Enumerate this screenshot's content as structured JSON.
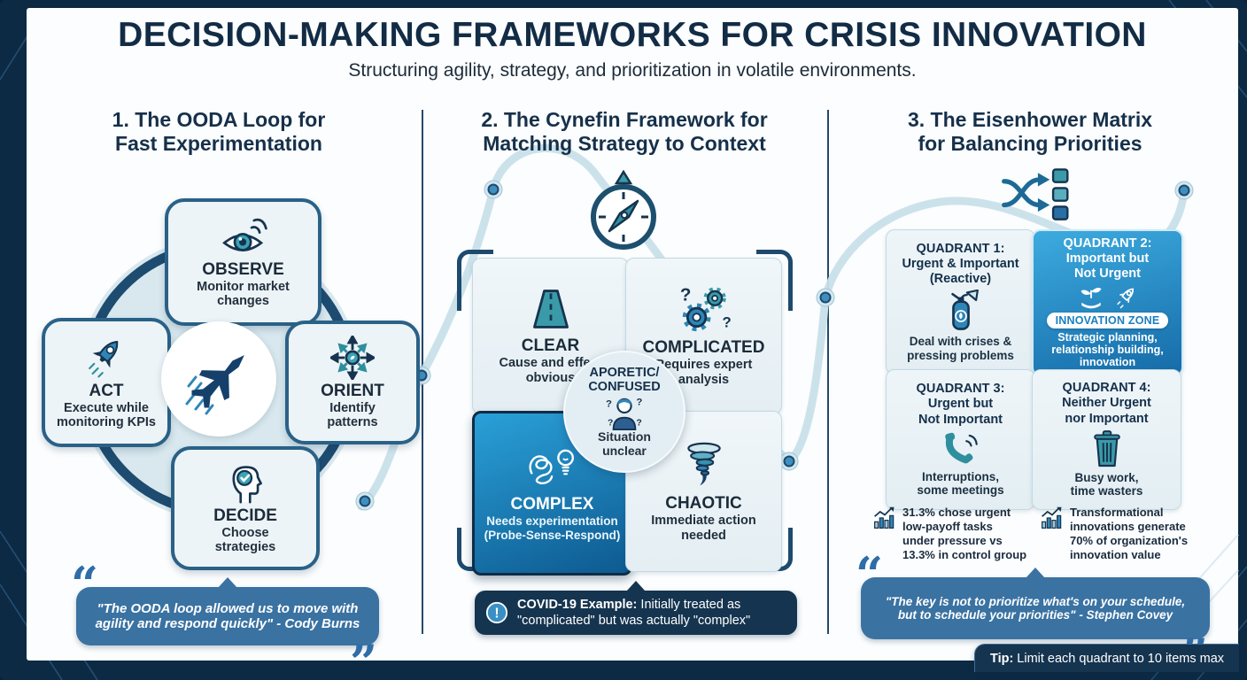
{
  "header": {
    "title": "DECISION-MAKING FRAMEWORKS FOR CRISIS INNOVATION",
    "subtitle": "Structuring agility, strategy, and prioritization in volatile environments."
  },
  "ooda": {
    "heading": [
      "1. The OODA Loop for",
      "Fast Experimentation"
    ],
    "boxes": {
      "observe": {
        "title": "OBSERVE",
        "desc": [
          "Monitor market",
          "changes"
        ]
      },
      "orient": {
        "title": "ORIENT",
        "desc": [
          "Identify",
          "patterns"
        ]
      },
      "decide": {
        "title": "DECIDE",
        "desc": [
          "Choose",
          "strategies"
        ]
      },
      "act": {
        "title": "ACT",
        "desc": [
          "Execute while",
          "monitoring KPIs"
        ]
      }
    },
    "quote": [
      "\"The OODA loop allowed us to move with",
      "agility and respond quickly\" - Cody Burns"
    ]
  },
  "cynefin": {
    "heading": [
      "2. The Cynefin Framework for",
      "Matching Strategy to Context"
    ],
    "quadrants": {
      "clear": {
        "title": "CLEAR",
        "desc": [
          "Cause and effect",
          "obvious"
        ]
      },
      "complicated": {
        "title": "COMPLICATED",
        "desc": [
          "Requires expert",
          "analysis"
        ]
      },
      "complex": {
        "title": "COMPLEX",
        "desc": [
          "Needs experimentation",
          "(Probe-Sense-Respond)"
        ]
      },
      "chaotic": {
        "title": "CHAOTIC",
        "desc": [
          "Immediate action",
          "needed"
        ]
      }
    },
    "center": {
      "title": [
        "APORETIC/",
        "CONFUSED"
      ],
      "desc": [
        "Situation",
        "unclear"
      ]
    },
    "example": {
      "label": "COVID-19 Example:",
      "line1_rest": " Initially treated as",
      "line2": "\"complicated\" but was actually \"complex\""
    }
  },
  "eisenhower": {
    "heading": [
      "3. The Eisenhower Matrix",
      "for Balancing Priorities"
    ],
    "quadrants": {
      "q1": {
        "title": [
          "QUADRANT 1:",
          "Urgent & Important",
          "(Reactive)"
        ],
        "desc": [
          "Deal with crises &",
          "pressing problems"
        ]
      },
      "q2": {
        "title": [
          "QUADRANT 2:",
          "Important but",
          "Not Urgent"
        ],
        "badge": "INNOVATION ZONE",
        "desc": [
          "Strategic planning,",
          "relationship building,",
          "innovation"
        ]
      },
      "q3": {
        "title": [
          "QUADRANT 3:",
          "Urgent but",
          "Not Important"
        ],
        "desc": [
          "Interruptions,",
          "some meetings"
        ]
      },
      "q4": {
        "title": [
          "QUADRANT 4:",
          "Neither Urgent",
          "nor Important"
        ],
        "desc": [
          "Busy work,",
          "time wasters"
        ]
      }
    },
    "stats": [
      {
        "lines": [
          "31.3% chose urgent",
          "low-payoff tasks",
          "under pressure vs",
          "13.3% in control group"
        ]
      },
      {
        "lines": [
          "Transformational",
          "innovations generate",
          "70% of organization's",
          "innovation value"
        ]
      }
    ],
    "quote": [
      "\"The key is not to prioritize what's on your schedule,",
      "but to schedule your priorities\" - Stephen Covey"
    ]
  },
  "tip": {
    "label": "Tip:",
    "text": " Limit each quadrant to 10 items max"
  },
  "icons": {
    "ooda": [
      "eye-signal",
      "compass-arrows",
      "head-check",
      "rocket",
      "fighter-jet"
    ],
    "cynefin": [
      "compass",
      "road",
      "gears-question",
      "tangle-lightbulb",
      "tornado",
      "confused-person",
      "alert-exclamation"
    ],
    "eisenhower": [
      "shuffle-list",
      "fire-extinguisher",
      "sprout-hand",
      "rocket",
      "phone-ringing",
      "trash-can",
      "bar-chart-growth"
    ]
  },
  "colors": {
    "frame": "#0d2a44",
    "navy": "#16344f",
    "blue": "#2e86b8",
    "teal": "#3a9aa8",
    "bubble": "#3a72a2",
    "card_light": "#ecf4f7",
    "highlight_start": "#2aa0d8",
    "highlight_end": "#0d5a90"
  }
}
